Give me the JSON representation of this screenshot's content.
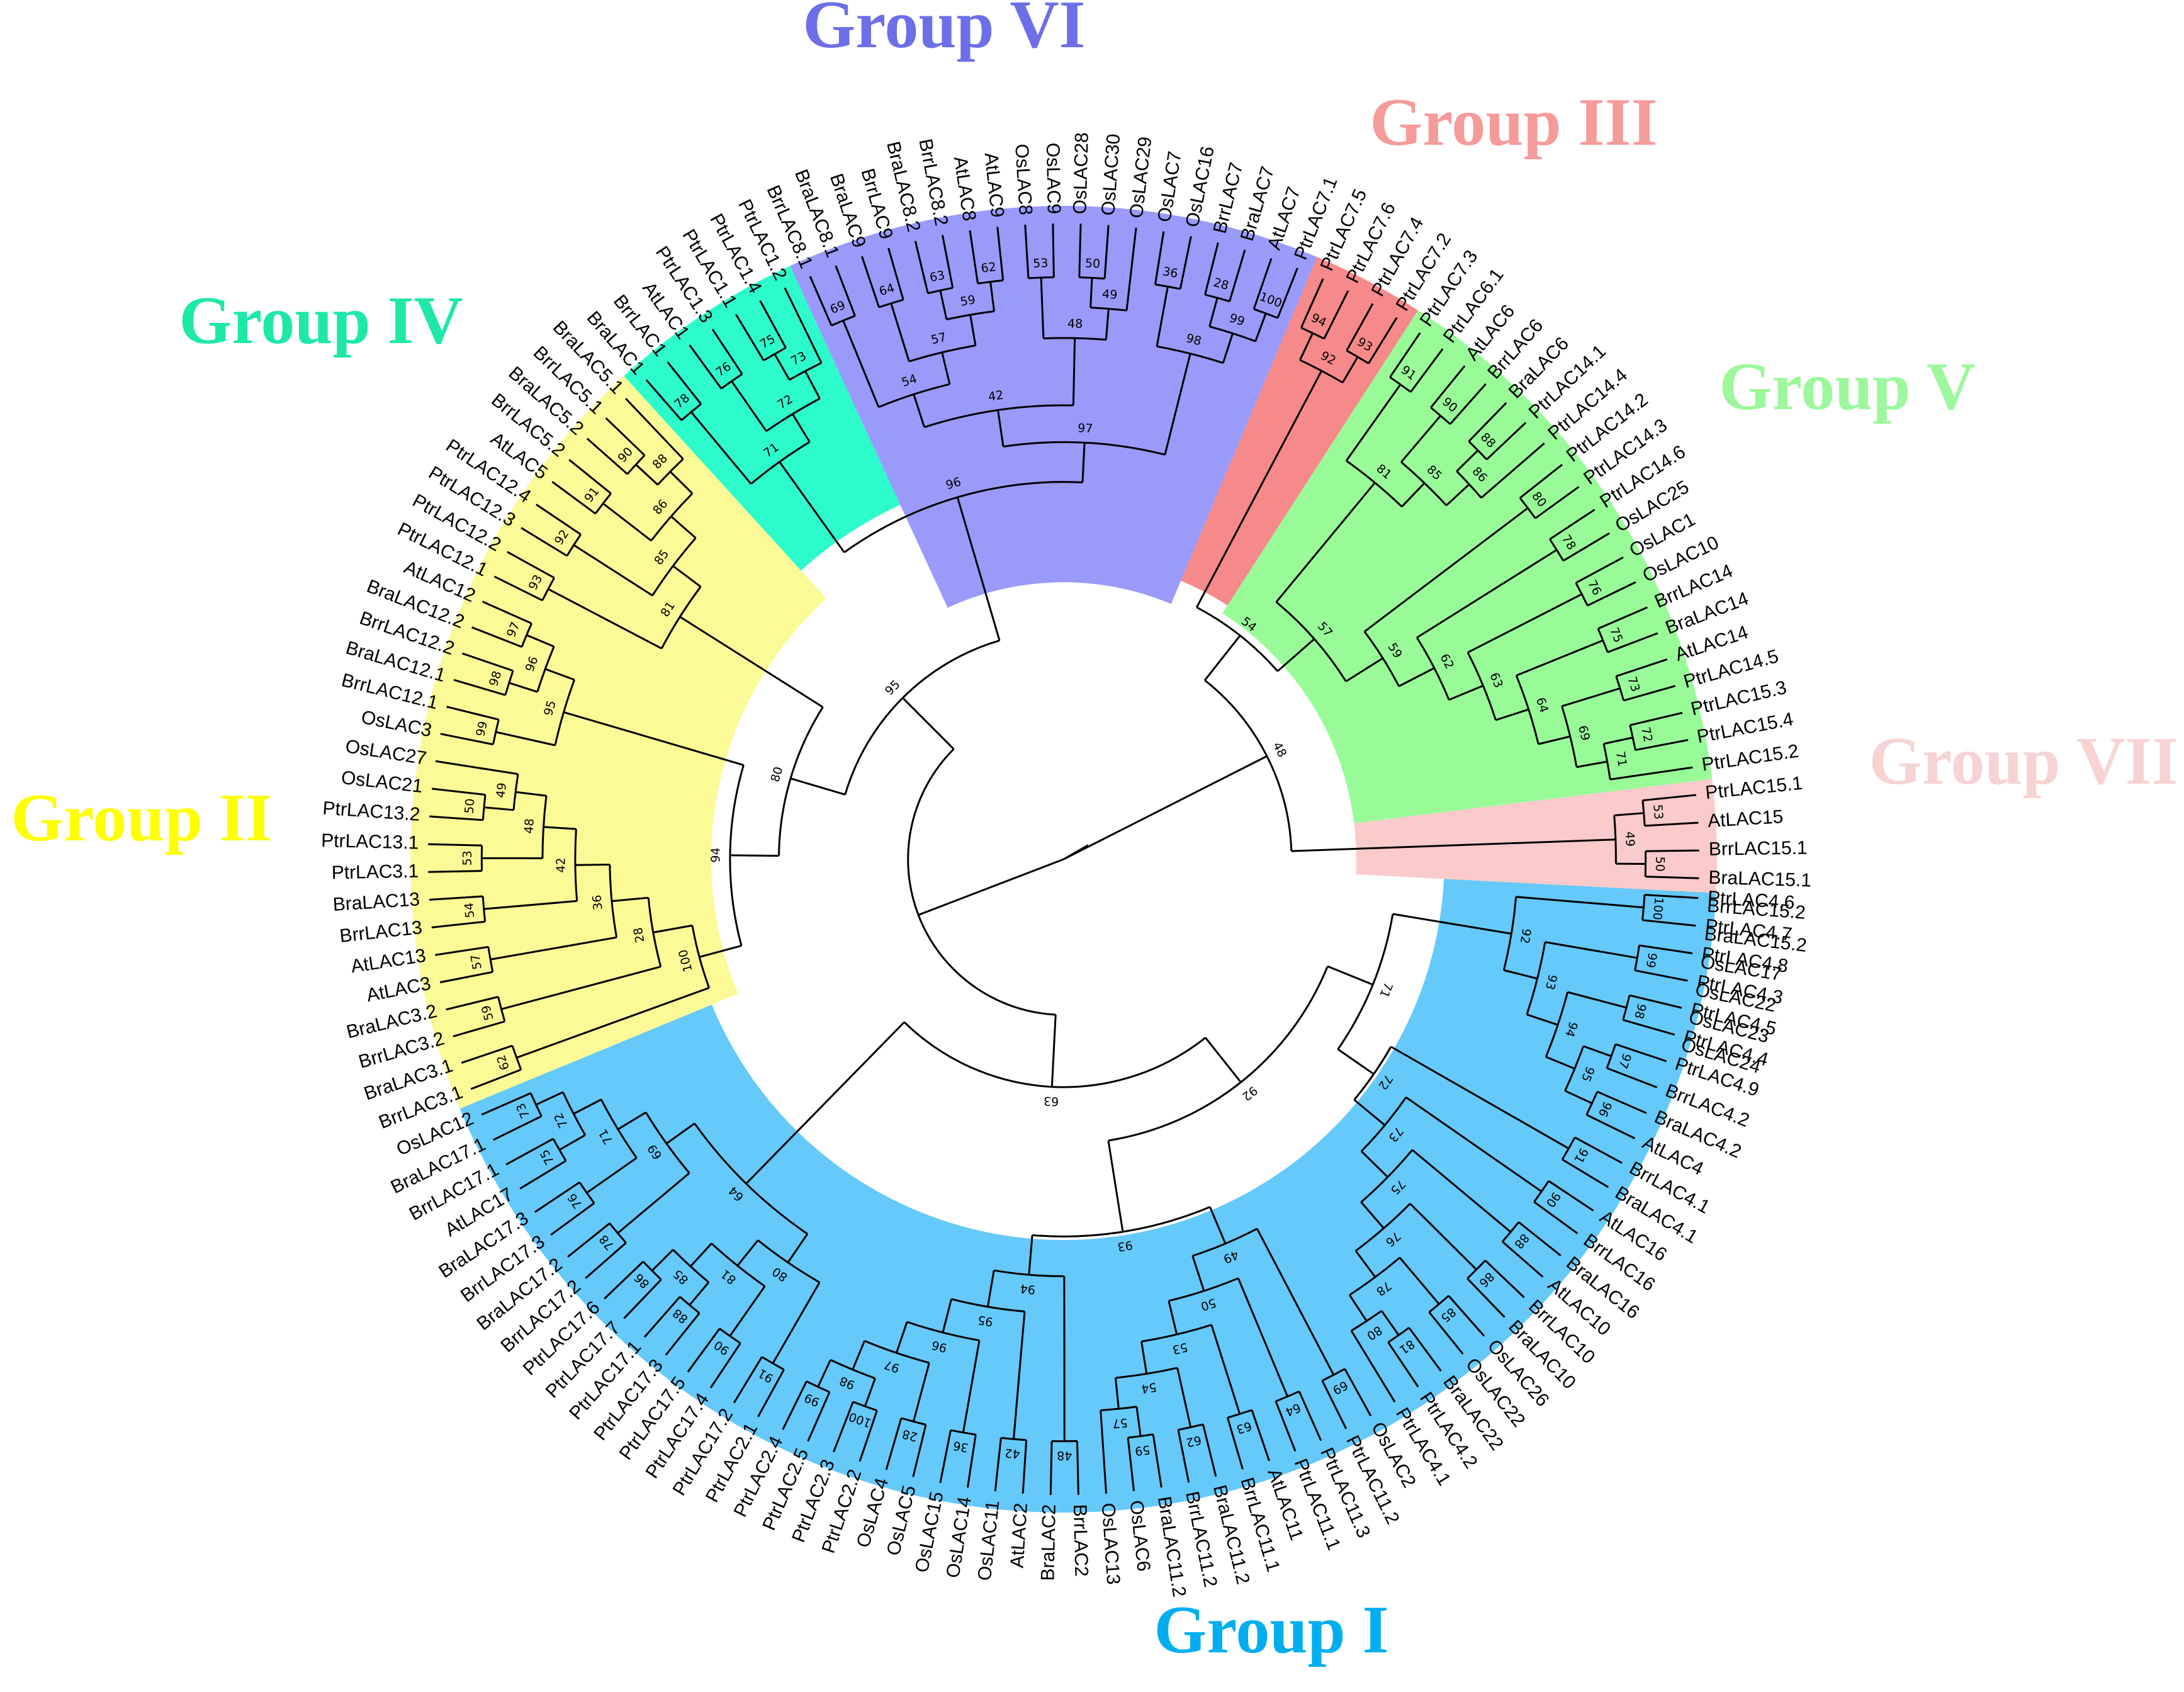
{
  "groups": [
    {
      "name": "Group I",
      "color": "#65C9FA",
      "label_color": "#00AEEF"
    },
    {
      "name": "Group II",
      "color": "#FBFA96",
      "label_color": "#FFFF00"
    },
    {
      "name": "Group III",
      "color": "#F6898A",
      "label_color": "#F59B9A"
    },
    {
      "name": "Group IV",
      "color": "#2DFBCB",
      "label_color": "#1EE8A8"
    },
    {
      "name": "Group V",
      "color": "#98FB98",
      "label_color": "#9DF79D"
    },
    {
      "name": "Group VI",
      "color": "#9A9AFB",
      "label_color": "#6D6FE8"
    },
    {
      "name": "Group VII",
      "color": "#FBCACA",
      "label_color": "#F8D3D3"
    }
  ],
  "leaves": [
    "PtrLAC4.6",
    "PtrLAC4.7",
    "PtrLAC4.8",
    "PtrLAC4.3",
    "PtrLAC4.5",
    "PtrLAC4.4",
    "PtrLAC4.9",
    "BrrLAC4.2",
    "BraLAC4.2",
    "AtLAC4",
    "BrrLAC4.1",
    "BraLAC4.1",
    "AtLAC16",
    "BrrLAC16",
    "BraLAC16",
    "AtLAC10",
    "BrrLAC10",
    "BraLAC10",
    "OsLAC26",
    "OsLAC22",
    "BraLAC22",
    "PtrLAC4.2",
    "PtrLAC4.1",
    "OsLAC2",
    "PtrLAC11.2",
    "PtrLAC11.3",
    "PtrLAC11.1",
    "AtLAC11",
    "BrrLAC11.1",
    "BraLAC11.2",
    "BrrLAC11.2",
    "BraLAC11.2",
    "OsLAC6",
    "OsLAC13",
    "BrrLAC2",
    "BraLAC2",
    "AtLAC2",
    "OsLAC11",
    "OsLAC14",
    "OsLAC15",
    "OsLAC5",
    "OsLAC4",
    "PtrLAC2.2",
    "PtrLAC2.3",
    "PtrLAC2.5",
    "PtrLAC2.4",
    "PtrLAC2.1",
    "PtrLAC17.2",
    "PtrLAC17.4",
    "PtrLAC17.5",
    "PtrLAC17.3",
    "PtrLAC17.1",
    "PtrLAC17.7",
    "PtrLAC17.6",
    "BrrLAC17.2",
    "BraLAC17.2",
    "BrrLAC17.3",
    "BraLAC17.3",
    "AtLAC17",
    "BrrLAC17.1",
    "BraLAC17.1",
    "OsLAC12",
    "BrrLAC3.1",
    "BraLAC3.1",
    "BrrLAC3.2",
    "BraLAC3.2",
    "AtLAC3",
    "AtLAC13",
    "BrrLAC13",
    "BraLAC13",
    "PtrLAC3.1",
    "PtrLAC13.1",
    "PtrLAC13.2",
    "OsLAC21",
    "OsLAC27",
    "OsLAC3",
    "BrrLAC12.1",
    "BraLAC12.1",
    "BrrLAC12.2",
    "BraLAC12.2",
    "AtLAC12",
    "PtrLAC12.1",
    "PtrLAC12.2",
    "PtrLAC12.3",
    "PtrLAC12.4",
    "AtLAC5",
    "BrrLAC5.2",
    "BraLAC5.2",
    "BrrLAC5.1",
    "BraLAC5.1",
    "BraLAC1",
    "BrrLAC1",
    "AtLAC1",
    "PtrLAC1.3",
    "PtrLAC1.1",
    "PtrLAC1.4",
    "PtrLAC1.2",
    "BrrLAC8.1",
    "BraLAC8.1",
    "BraLAC9",
    "BrrLAC9",
    "BraLAC8.2",
    "BrrLAC8.2",
    "AtLAC8",
    "AtLAC9",
    "OsLAC8",
    "OsLAC9",
    "OsLAC28",
    "OsLAC30",
    "OsLAC29",
    "OsLAC7",
    "OsLAC16",
    "BrrLAC7",
    "BraLAC7",
    "AtLAC7",
    "PtrLAC7.1",
    "PtrLAC7.5",
    "PtrLAC7.6",
    "PtrLAC7.4",
    "PtrLAC7.2",
    "PtrLAC7.3",
    "PtrLAC6.1",
    "AtLAC6",
    "BrrLAC6",
    "BraLAC6",
    "PtrLAC14.1",
    "PtrLAC14.4",
    "PtrLAC14.2",
    "PtrLAC14.3",
    "PtrLAC14.6",
    "OsLAC25",
    "OsLAC1",
    "OsLAC10",
    "BrrLAC14",
    "BraLAC14",
    "AtLAC14",
    "PtrLAC14.5",
    "PtrLAC15.3",
    "PtrLAC15.4",
    "PtrLAC15.2",
    "PtrLAC15.1",
    "AtLAC15",
    "BrrLAC15.1",
    "BraLAC15.1",
    "BrrLAC15.2",
    "BraLAC15.2",
    "OsLAC17",
    "OsLAC22",
    "OsLAC23",
    "OsLAC24"
  ],
  "bootstrap_values": [
    "100",
    "99",
    "98",
    "97",
    "96",
    "95",
    "94",
    "93",
    "92",
    "91",
    "90",
    "88",
    "86",
    "85",
    "81",
    "80",
    "78",
    "76",
    "75",
    "73",
    "72",
    "71",
    "69",
    "64",
    "63",
    "62",
    "59",
    "57",
    "54",
    "53",
    "50",
    "49",
    "48",
    "42",
    "36",
    "28"
  ]
}
